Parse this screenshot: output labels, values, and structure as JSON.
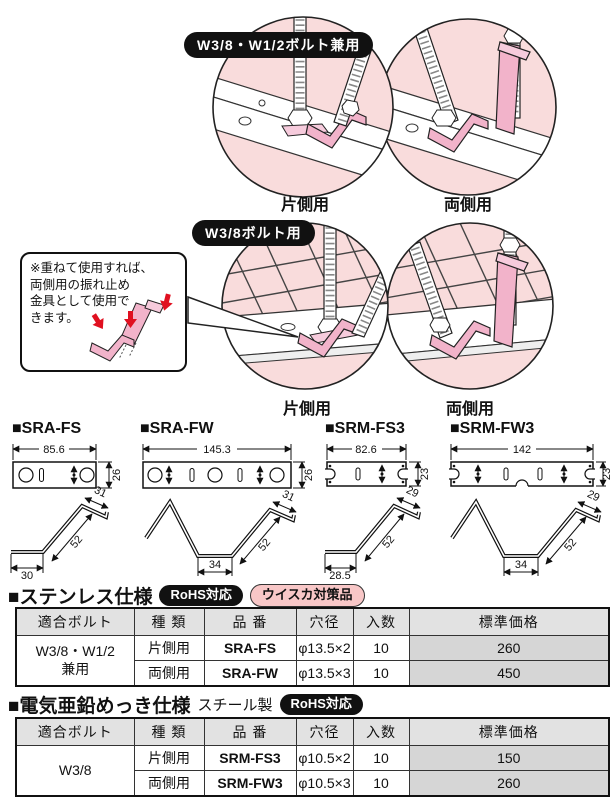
{
  "colors": {
    "circle_pink": "#f9dcdc",
    "bracket_pink": "#f2b3ca",
    "bracket_pink_light": "#f6cbdc",
    "arrow_red": "#e01020",
    "badge_black": "#111111",
    "badge_pink": "#f8c7c7",
    "table_header_bg": "#e2e2e2",
    "price_cell_bg": "#d6d6d6"
  },
  "hero_top": {
    "tag": "W3/8・W1/2ボルト兼用",
    "caption_left": "片側用",
    "caption_right": "両側用"
  },
  "hero_mid": {
    "tag": "W3/8ボルト用",
    "caption_left": "片側用",
    "caption_right": "両側用",
    "note": {
      "line1": "※重ねて使用すれば、",
      "line2": "両側用の振れ止め",
      "line3": "金具として使用で",
      "line4": "きます。"
    }
  },
  "drawings": {
    "items": [
      {
        "title": "■SRA-FS",
        "width": "85.6",
        "height": "26",
        "flange": "31",
        "diagonal": "52",
        "base": "30"
      },
      {
        "title": "■SRA-FW",
        "width": "145.3",
        "height": "26",
        "flange": "31",
        "diagonal": "52",
        "base": "34"
      },
      {
        "title": "■SRM-FS3",
        "width": "82.6",
        "height": "23",
        "flange": "29",
        "diagonal": "52",
        "base": "28.5"
      },
      {
        "title": "■SRM-FW3",
        "width": "142",
        "height": "23",
        "flange": "29",
        "diagonal": "52",
        "base": "34"
      }
    ]
  },
  "spec_tables": [
    {
      "title": "■ステンレス仕様",
      "subtitle": "",
      "badges": [
        "RoHS対応",
        "ウイスカ対策品"
      ],
      "headers": [
        "適合ボルト",
        "種 類",
        "品 番",
        "穴径",
        "入数",
        "標準価格"
      ],
      "bolt_line1": "W3/8・W1/2",
      "bolt_line2": "兼用",
      "rows": [
        {
          "kind": "片側用",
          "model": "SRA-FS",
          "hole": "φ13.5×2",
          "qty": "10",
          "price": "260"
        },
        {
          "kind": "両側用",
          "model": "SRA-FW",
          "hole": "φ13.5×3",
          "qty": "10",
          "price": "450"
        }
      ]
    },
    {
      "title": "■電気亜鉛めっき仕様",
      "subtitle": "スチール製",
      "badges": [
        "RoHS対応"
      ],
      "headers": [
        "適合ボルト",
        "種 類",
        "品 番",
        "穴径",
        "入数",
        "標準価格"
      ],
      "bolt_line1": "W3/8",
      "bolt_line2": "",
      "rows": [
        {
          "kind": "片側用",
          "model": "SRM-FS3",
          "hole": "φ10.5×2",
          "qty": "10",
          "price": "150"
        },
        {
          "kind": "両側用",
          "model": "SRM-FW3",
          "hole": "φ10.5×3",
          "qty": "10",
          "price": "260"
        }
      ]
    }
  ]
}
